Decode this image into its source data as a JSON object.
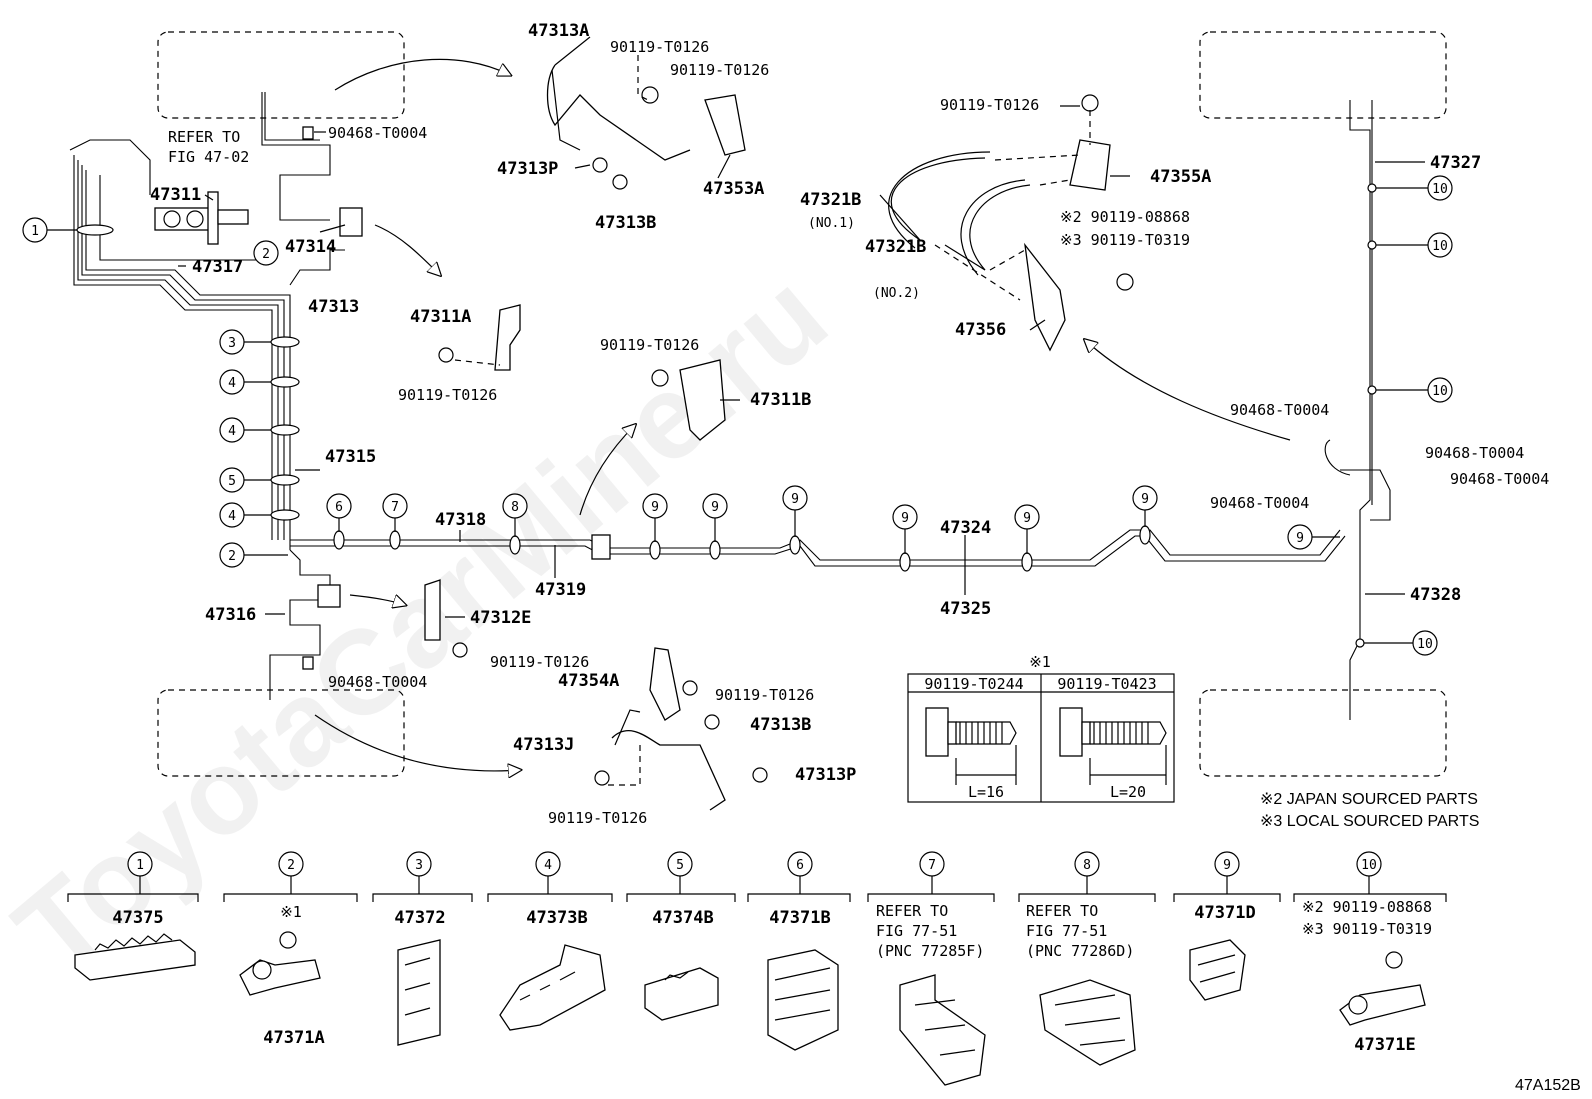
{
  "diagram": {
    "id": "47A152B",
    "watermark": "ToyotaCarMine.ru",
    "refer_fig_47_02": [
      "REFER TO",
      "FIG 47-02"
    ],
    "labels": {
      "p47313A": "47313A",
      "p90119_T0126_a": "90119-T0126",
      "p90119_T0126_b": "90119-T0126",
      "p47313P_top": "47313P",
      "p47313B_top": "47313B",
      "p47353A": "47353A",
      "p90468_T0004_top": "90468-T0004",
      "p47311": "47311",
      "p47314": "47314",
      "p47317": "47317",
      "p47313": "47313",
      "p47311A": "47311A",
      "p90119_T0126_c": "90119-T0126",
      "p90119_T0126_d": "90119-T0126",
      "p47311B": "47311B",
      "p47315": "47315",
      "p47318": "47318",
      "p47319": "47319",
      "p47324": "47324",
      "p47325": "47325",
      "p47316": "47316",
      "p47312E": "47312E",
      "p90119_T0126_e": "90119-T0126",
      "p90468_T0004_bot": "90468-T0004",
      "p47354A": "47354A",
      "p90119_T0126_f": "90119-T0126",
      "p47313B_bot": "47313B",
      "p47313J": "47313J",
      "p47313P_bot": "47313P",
      "p90119_T0126_g": "90119-T0126",
      "p90119_T0126_h": "90119-T0126",
      "p47355A": "47355A",
      "p47321B_1": "47321B",
      "no1": "(NO.1)",
      "p47321B_2": "47321B",
      "no2": "(NO.2)",
      "p90119_08868": "※2 90119-08868",
      "p90119_T0319": "※3 90119-T0319",
      "p47356": "47356",
      "p47327": "47327",
      "p90468_T0004_r1": "90468-T0004",
      "p90468_T0004_r2": "90468-T0004",
      "p90468_T0004_r3": "90468-T0004",
      "p90468_T0004_r4": "90468-T0004",
      "p47328": "47328"
    },
    "callouts_main": {
      "c1": "1",
      "c2a": "2",
      "c2b": "2",
      "c3": "3",
      "c4a": "4",
      "c4b": "4",
      "c5": "5",
      "c4c": "4",
      "c6": "6",
      "c7": "7",
      "c8": "8",
      "c9a": "9",
      "c9b": "9",
      "c9c": "9",
      "c9d": "9",
      "c9e": "9",
      "c9f": "9",
      "c9g": "9",
      "c10a": "10",
      "c10b": "10",
      "c10c": "10",
      "c10d": "10"
    },
    "bolt_table": {
      "mark": "※1",
      "col1": "90119-T0244",
      "col2": "90119-T0423",
      "len1": "L=16",
      "len2": "L=20"
    },
    "notes": [
      "※2 JAPAN SOURCED PARTS",
      "※3 LOCAL SOURCED PARTS"
    ],
    "legend": [
      {
        "num": "1",
        "lines": [
          "47375"
        ],
        "part": "47375"
      },
      {
        "num": "2",
        "lines": [
          "※1"
        ],
        "part": "47371A"
      },
      {
        "num": "3",
        "lines": [
          "47372"
        ],
        "part": ""
      },
      {
        "num": "4",
        "lines": [
          "47373B"
        ],
        "part": ""
      },
      {
        "num": "5",
        "lines": [
          "47374B"
        ],
        "part": ""
      },
      {
        "num": "6",
        "lines": [
          "47371B"
        ],
        "part": ""
      },
      {
        "num": "7",
        "lines": [
          "REFER TO",
          "FIG 77-51",
          "(PNC 77285F)"
        ],
        "part": ""
      },
      {
        "num": "8",
        "lines": [
          "REFER TO",
          "FIG 77-51",
          "(PNC 77286D)"
        ],
        "part": ""
      },
      {
        "num": "9",
        "lines": [
          "47371D"
        ],
        "part": ""
      },
      {
        "num": "10",
        "lines": [
          "※2 90119-08868",
          "※3 90119-T0319"
        ],
        "part": "47371E"
      }
    ]
  }
}
